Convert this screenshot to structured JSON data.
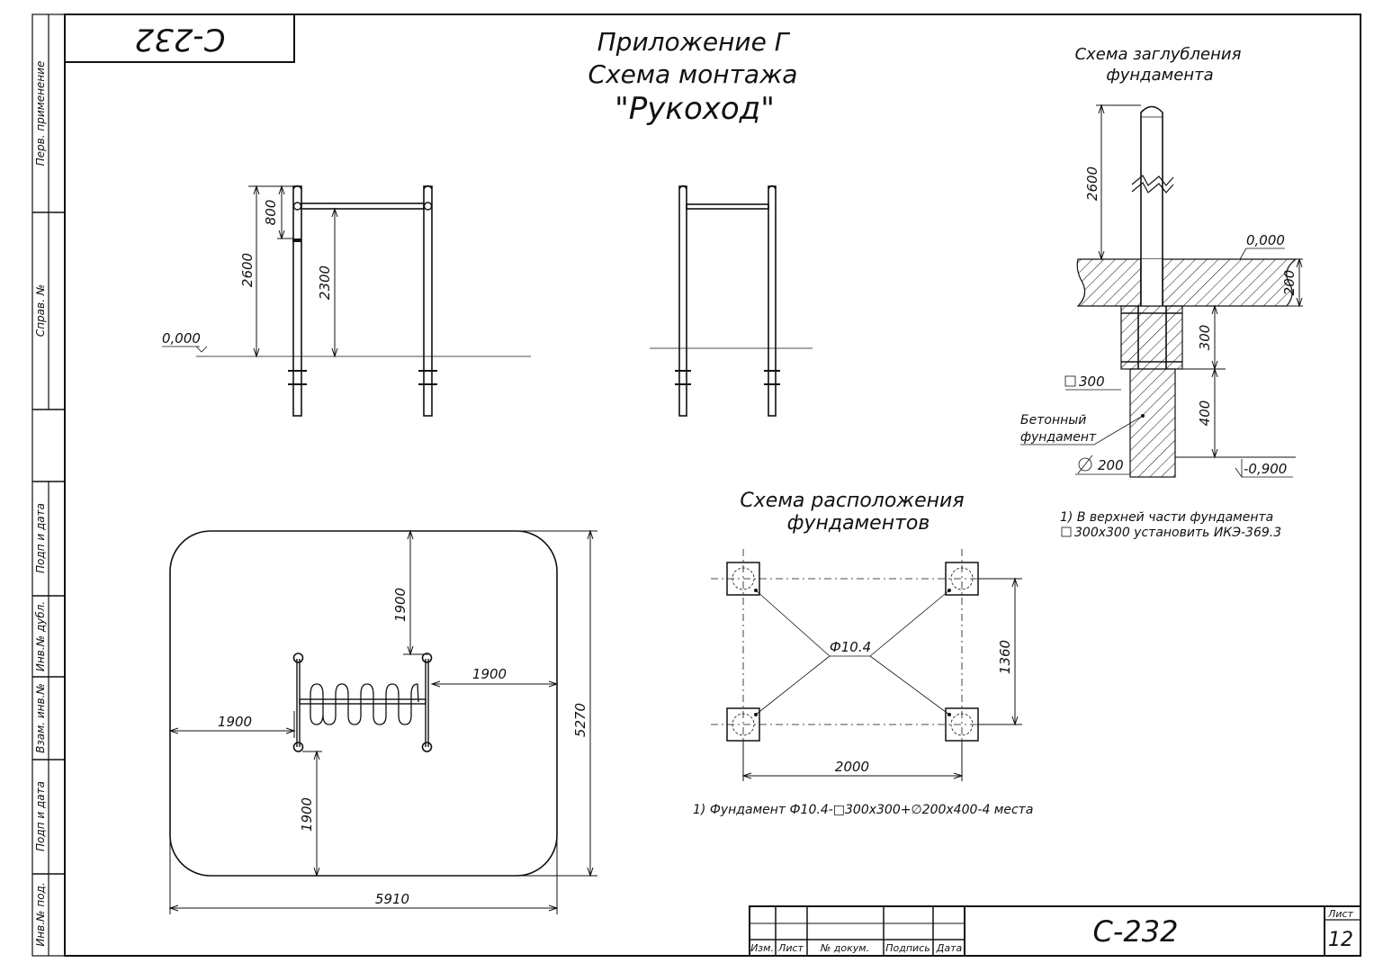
{
  "sheet": {
    "code_rotated": "С-232",
    "code": "С-232",
    "sheet_label": "Лист",
    "sheet_number": "12",
    "side_labels": [
      "Перв. применение",
      "Справ. №",
      "Подп и дата",
      "Инв.№ дубл.",
      "Взам. инв.№",
      "Подп и дата",
      "Инв.№ под."
    ],
    "title_block": {
      "izm": "Изм.",
      "list": "Лист",
      "doc": "№ докум.",
      "sign": "Подпись",
      "date": "Дата"
    }
  },
  "title": {
    "line1": "Приложение Г",
    "line2": "Схема монтажа",
    "line3": "\"Рукоход\""
  },
  "front_view": {
    "dim_total": "2600",
    "dim_bar": "800",
    "dim_clear": "2300",
    "level": "0,000"
  },
  "depth_scheme": {
    "title1": "Схема заглубления",
    "title2": "фундамента",
    "dim_post": "2600",
    "level_top": "0,000",
    "dim_surface": "200",
    "dim_top_block": "300",
    "dim_bottom_block": "400",
    "square_label": "300",
    "concrete_line1": "Бетонный",
    "concrete_line2": "фундамент",
    "diameter_label": "200",
    "level_bottom": "-0,900",
    "note1": "1) В верхней части фундамента",
    "note2": "300х300 установить ИКЭ-369.3"
  },
  "foundation_layout": {
    "title1": "Схема расположения",
    "title2": "фундаментов",
    "code": "Ф10.4",
    "dim_height": "1360",
    "dim_width": "2000",
    "note": "1) Фундамент Ф10.4-□300х300+∅200х400-4 места"
  },
  "plan": {
    "dim_top": "1900",
    "dim_right": "1900",
    "dim_left": "1900",
    "dim_bottom": "1900",
    "dim_height": "5270",
    "dim_width": "5910"
  }
}
